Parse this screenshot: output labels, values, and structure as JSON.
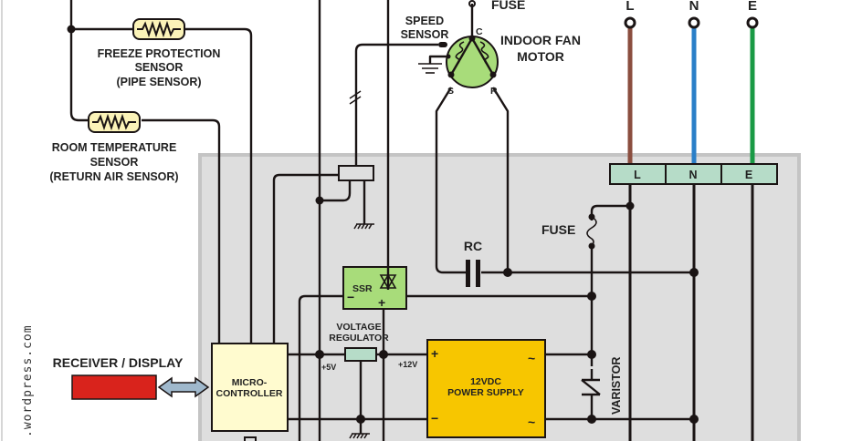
{
  "title": "Indoor unit control board wiring diagram",
  "watermark": ".wordpress.com",
  "colors": {
    "board_background": "#dedede",
    "board_border": "#c4c4c4",
    "wire": "#1a1414",
    "live_wire": "#8b4e3f",
    "neutral_wire": "#2a7fc8",
    "earth_wire": "#1a9a45",
    "terminal_block": "#b6dcc8",
    "sensor_fill": "#fbf3b8",
    "microcontroller_fill": "#fffbcf",
    "power_supply_fill": "#f7c600",
    "ssr_fill": "#a8dc7a",
    "motor_fill": "#a8dc7a",
    "regulator_fill": "#b6dcc8",
    "display_fill": "#d9231c",
    "arrow_fill": "#9fb8cc"
  },
  "sensors": {
    "freeze_protection": [
      "FREEZE PROTECTION",
      "SENSOR",
      "(PIPE SENSOR)"
    ],
    "room_temperature": [
      "ROOM TEMPERATURE",
      "SENSOR",
      "(RETURN AIR SENSOR)"
    ]
  },
  "motor": {
    "name": [
      "INDOOR FAN",
      "MOTOR"
    ],
    "speed_sensor": [
      "SPEED",
      "SENSOR"
    ],
    "terminals": {
      "common": "C",
      "start": "S",
      "run": "R"
    },
    "fuse_label": "FUSE"
  },
  "mains": {
    "inputs": [
      "L",
      "N",
      "E"
    ],
    "terminal_block": [
      "L",
      "N",
      "E"
    ]
  },
  "board": {
    "receiver_display": "RECEIVER / DISPLAY",
    "microcontroller": [
      "MICRO-",
      "CONTROLLER"
    ],
    "ssr": {
      "label": "SSR",
      "minus": "−",
      "plus": "+"
    },
    "run_capacitor": "RC",
    "fuse": "FUSE",
    "voltage_regulator": [
      "VOLTAGE",
      "REGULATOR"
    ],
    "rail_5v": "+5V",
    "rail_12v": "+12V",
    "power_supply": {
      "label": [
        "12VDC",
        "POWER SUPPLY"
      ],
      "plus": "+",
      "minus": "−",
      "ac_symbol": "~"
    },
    "varistor": "VARISTOR"
  }
}
